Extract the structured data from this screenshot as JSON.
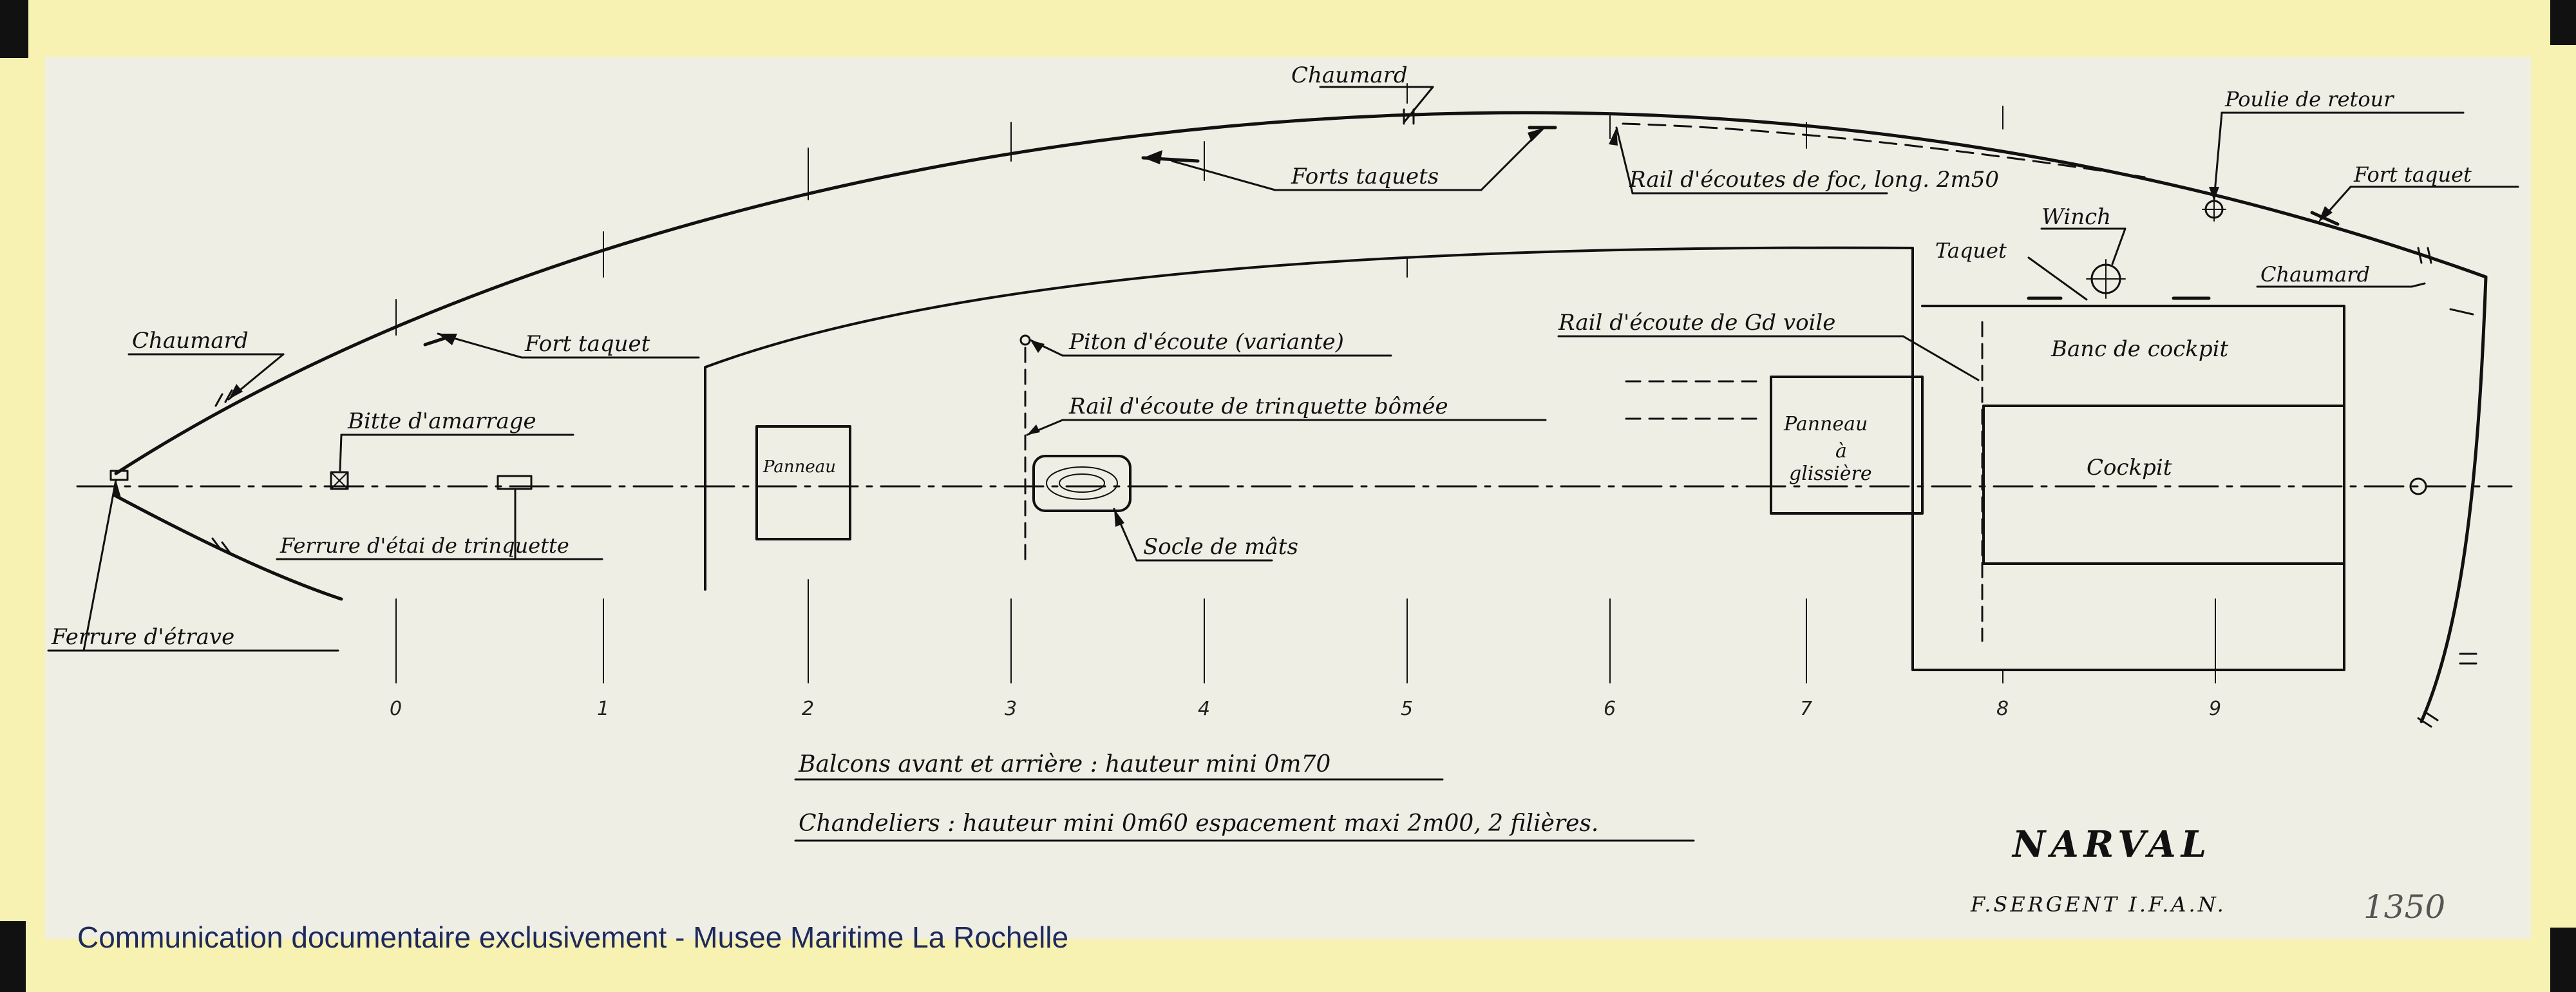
{
  "drawing": {
    "labels": {
      "chaumard_top": "Chaumard",
      "forts_taquets": "Forts taquets",
      "rail_ecoutes_foc": "Rail d'écoutes de foc, long. 2m50",
      "poulie_retour": "Poulie de retour",
      "fort_taquet_right": "Fort taquet",
      "winch": "Winch",
      "taquet": "Taquet",
      "chaumard_right": "Chaumard",
      "rail_ecoute_gv": "Rail d'écoute de Gd voile",
      "banc_cockpit": "Banc de cockpit",
      "cockpit": "Cockpit",
      "panneau_glissiere_1": "Panneau",
      "panneau_glissiere_2": "à",
      "panneau_glissiere_3": "glissière",
      "chaumard_left": "Chaumard",
      "fort_taquet_left": "Fort taquet",
      "bitte_amarrage": "Bitte d'amarrage",
      "panneau": "Panneau",
      "piton_ecoute": "Piton d'écoute (variante)",
      "rail_tinquette": "Rail d'écoute de trinquette bômée",
      "socle_mats": "Socle de mâts",
      "ferrure_etai": "Ferrure d'étai de trinquette",
      "ferrure_etrave": "Ferrure d'étrave"
    },
    "station_numbers": [
      "0",
      "1",
      "2",
      "3",
      "4",
      "5",
      "6",
      "7",
      "8",
      "9"
    ],
    "notes": {
      "balcons": "Balcons avant et arrière : hauteur mini 0m70",
      "chandeliers": "Chandeliers : hauteur mini 0m60 espacement maxi 2m00, 2 filières."
    },
    "title": "NARVAL",
    "author": "F.SERGENT I.F.A.N.",
    "sheet_number": "1350"
  },
  "footer": {
    "credit": "Communication documentaire exclusivement - Musee Maritime La Rochelle"
  },
  "colors": {
    "tape": "#f7f1b2",
    "paper": "#eeeee4",
    "ink": "#111111",
    "credit": "#1e2a5a"
  }
}
